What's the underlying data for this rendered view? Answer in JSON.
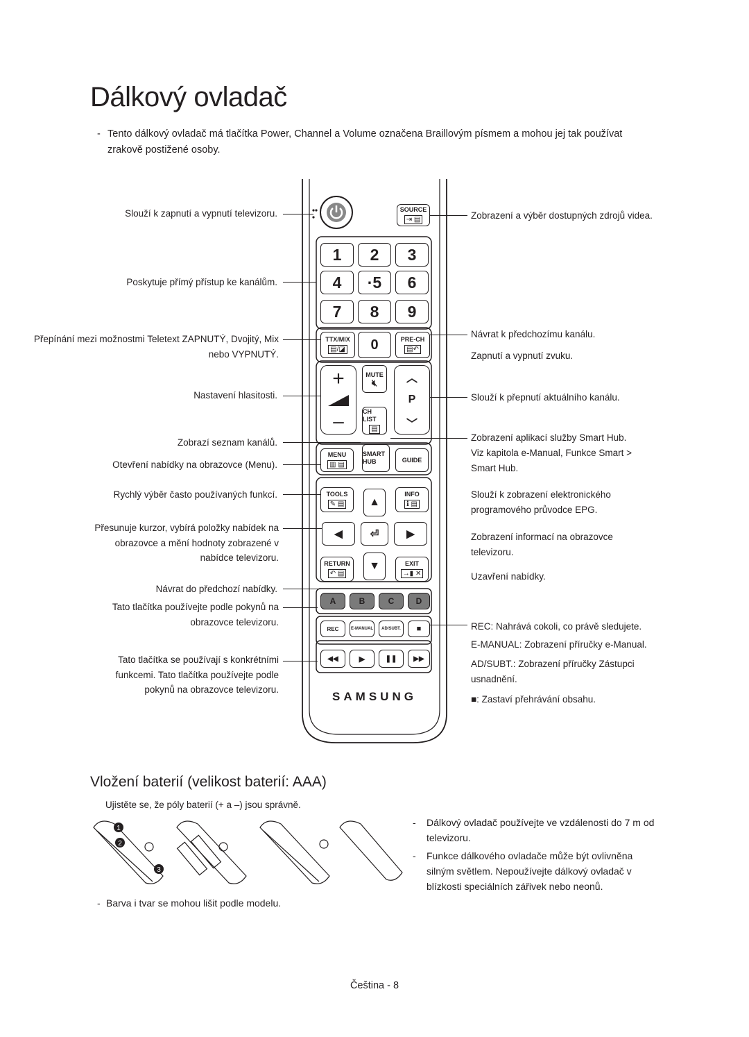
{
  "page_title": "Dálkový ovladač",
  "intro": {
    "dash": "-",
    "text": "Tento dálkový ovladač má tlačítka Power, Channel a Volume označena Braillovým písmem a mohou jej tak používat zrakově postižené osoby."
  },
  "remote": {
    "buttons": {
      "source": "SOURCE",
      "n1": "1",
      "n2": "2",
      "n3": "3",
      "n4": "4",
      "n5": "·5",
      "n6": "6",
      "n7": "7",
      "n8": "8",
      "n9": "9",
      "ttx": "TTX/MIX",
      "n0": "0",
      "prech": "PRE-CH",
      "plus": "+",
      "minus": "–",
      "mute": "MUTE",
      "p": "P",
      "chlist": "CH LIST",
      "menu": "MENU",
      "smart": "SMART HUB",
      "guide": "GUIDE",
      "tools": "TOOLS",
      "info": "INFO",
      "return": "RETURN",
      "exit": "EXIT",
      "a": "A",
      "b": "B",
      "c": "C",
      "d": "D",
      "rec": "REC",
      "emanual": "E-MANUAL",
      "adsubt": "AD/SUBT.",
      "stop": "■",
      "rew": "◀◀",
      "play": "▶",
      "pause": "❚❚",
      "ff": "▶▶",
      "brand": "SAMSUNG"
    }
  },
  "left_labels": [
    "Slouží k zapnutí a vypnutí televizoru.",
    "Poskytuje přímý přístup ke kanálům.",
    "Přepínání mezi možnostmi Teletext ZAPNUTÝ, Dvojitý, Mix nebo VYPNUTÝ.",
    "Nastavení hlasitosti.",
    "Zobrazí seznam kanálů.",
    "Otevření nabídky na obrazovce (Menu).",
    "Rychlý výběr často používaných funkcí.",
    "Přesunuje kurzor, vybírá položky nabídek na obrazovce a mění hodnoty zobrazené v nabídce televizoru.",
    "Návrat do předchozí nabídky.",
    "Tato tlačítka používejte podle pokynů na obrazovce televizoru.",
    "Tato tlačítka se používají s konkrétními funkcemi. Tato tlačítka používejte podle pokynů na obrazovce televizoru."
  ],
  "right_labels": [
    "Zobrazení a výběr dostupných zdrojů videa.",
    "Návrat k předchozímu kanálu.",
    "Zapnutí a vypnutí zvuku.",
    "Slouží k přepnutí aktuálního kanálu.",
    "Zobrazení aplikací služby Smart Hub.",
    "Viz kapitola e-Manual, Funkce Smart > Smart Hub.",
    "Slouží k zobrazení elektronického programového průvodce EPG.",
    "Zobrazení informací na obrazovce televizoru.",
    "Uzavření nabídky.",
    "REC: Nahrává cokoli, co právě sledujete.",
    "E-MANUAL: Zobrazení příručky e-Manual.",
    "AD/SUBT.: Zobrazení příručky Zástupci usnadnění.",
    "■: Zastaví přehrávání obsahu."
  ],
  "battery_section": {
    "heading": "Vložení baterií (velikost baterií: AAA)",
    "instruction": "Ujistěte se, že póly baterií (+ a –) jsou správně.",
    "steps": [
      "1",
      "2",
      "3"
    ],
    "color_note": "Barva i tvar se mohou lišit podle modelu.",
    "notes": [
      "Dálkový ovladač používejte ve vzdálenosti do 7 m od televizoru.",
      "Funkce dálkového ovladače může být ovlivněna silným světlem. Nepoužívejte dálkový ovladač v blízkosti speciálních zářivek nebo neonů."
    ],
    "dash": "-"
  },
  "footer": "Čeština - 8"
}
